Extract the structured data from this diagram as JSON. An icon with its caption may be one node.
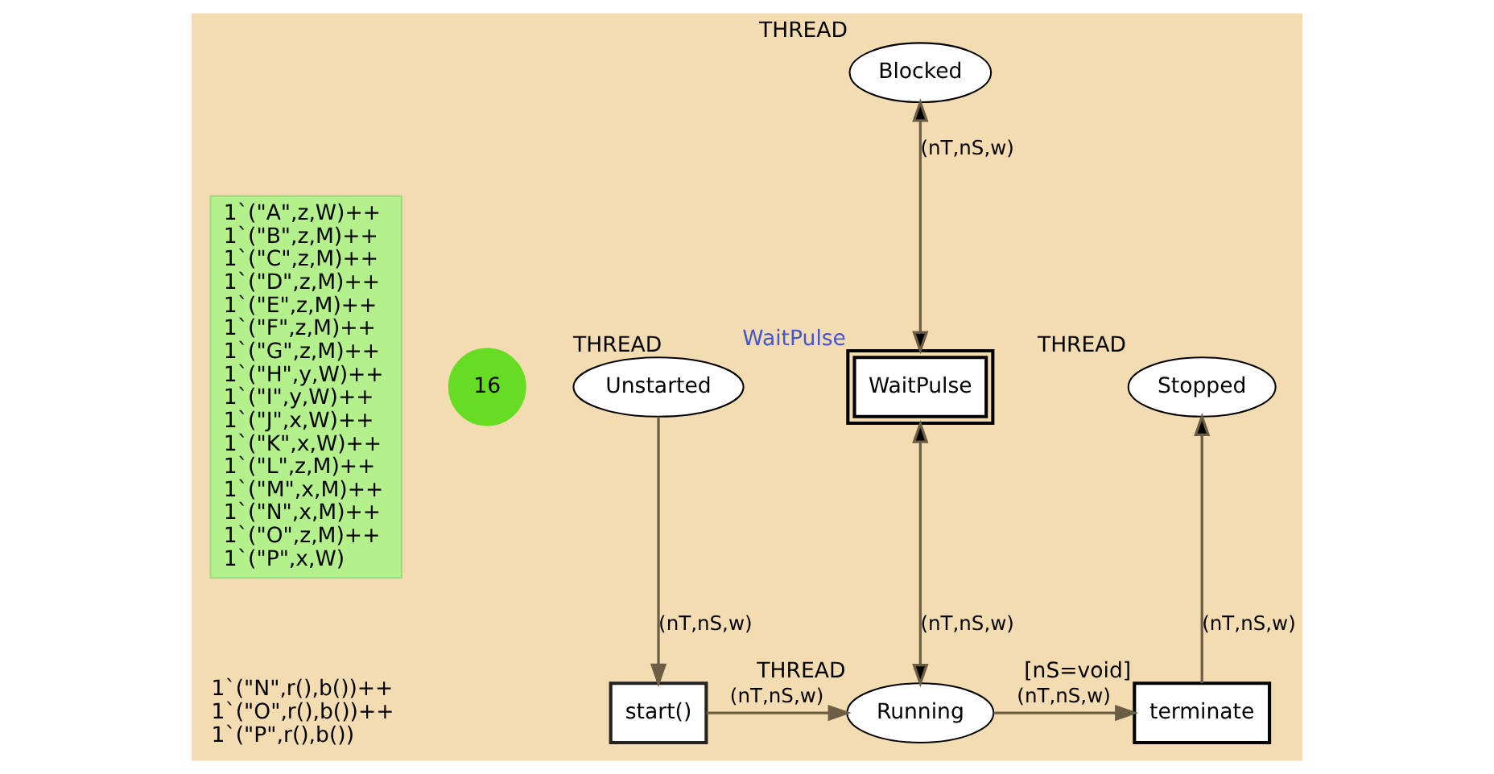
{
  "diagram": {
    "nodes": [
      {
        "text": [
          "1`(\"A\",z,W)++",
          "1`(\"B\",z,M)++",
          "1`(\"C\",z,M)++",
          "1`(\"D\",z,M)++",
          "1`(\"E\",z,M)++",
          "1`(\"F\",z,M)++",
          "1`(\"G\",z,M)++",
          "1`(\"H\",y,W)++",
          "1`(\"I\",y,W)++",
          "1`(\"J\",x,W)++",
          "1`(\"K\",x,W)++",
          "1`(\"L\",z,M)++",
          "1`(\"M\",x,M)++",
          "1`(\"N\",x,M)++",
          "1`(\"O\",z,M)++",
          "1`(\"P\",x,W)"
        ]
      },
      {
        "text": [
          "16"
        ]
      },
      {
        "text": [
          "Unstarted"
        ],
        "beside": [
          "THREAD"
        ]
      },
      {
        "text": [
          "Blocked"
        ],
        "beside": [
          "THREAD"
        ]
      },
      {
        "text": [
          "WaitPulse"
        ],
        "beside": [
          "WaitPulse"
        ]
      },
      {
        "text": [
          "Stopped"
        ],
        "beside": [
          "THREAD"
        ]
      },
      {
        "text": [
          "start()"
        ]
      },
      {
        "text": [
          "Running"
        ],
        "beside": [
          "THREAD"
        ]
      },
      {
        "text": [
          "terminate"
        ],
        "beside": [
          "[nS=void]"
        ]
      }
    ],
    "edges": [
      {
        "from": 2,
        "to": 6,
        "arrow": "to",
        "label": "(nT,nS,w)"
      },
      {
        "from": 6,
        "to": 7,
        "arrow": "to",
        "label": "(nT,nS,w)"
      },
      {
        "from": 7,
        "to": 4,
        "arrow": "both",
        "label": "(nT,nS,w)"
      },
      {
        "from": 4,
        "to": 3,
        "arrow": "both",
        "label": "(nT,nS,w)"
      },
      {
        "from": 7,
        "to": 8,
        "arrow": "to",
        "label": "(nT,nS,w)"
      },
      {
        "from": 8,
        "to": 5,
        "arrow": "to",
        "label": "(nT,nS,w)"
      }
    ],
    "labels": [
      "1`(\"N\",r(),b())++",
      "1`(\"O\",r(),b())++",
      "1`(\"P\",r(),b())"
    ]
  }
}
